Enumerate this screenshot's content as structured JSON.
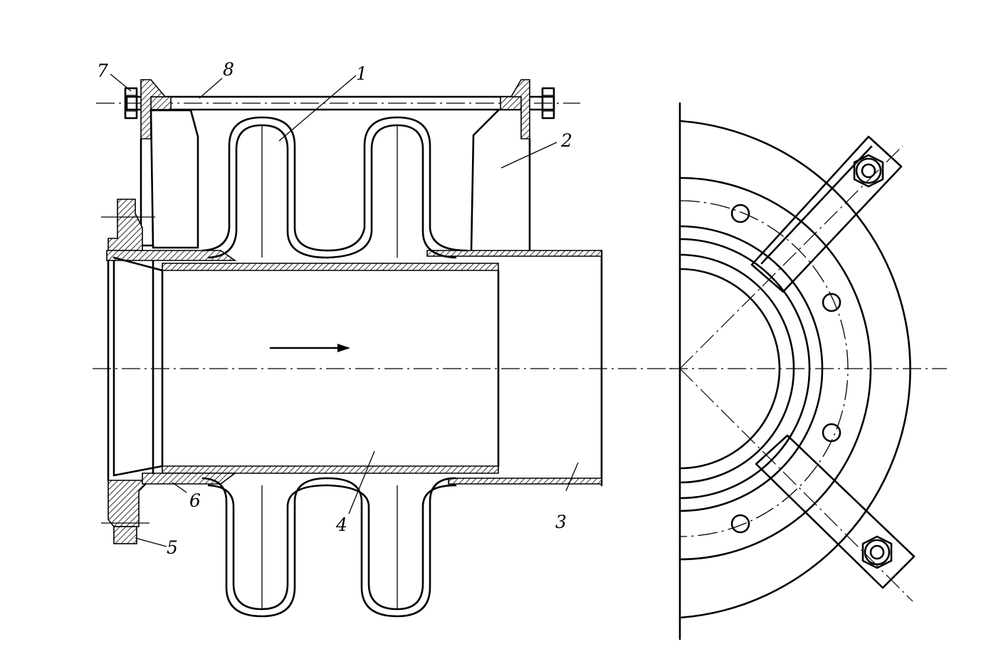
{
  "colors": {
    "line": "#000000",
    "background": "#ffffff"
  },
  "labels": [
    {
      "id": "p1",
      "text": "1"
    },
    {
      "id": "p2",
      "text": "2"
    },
    {
      "id": "p3",
      "text": "3"
    },
    {
      "id": "p4",
      "text": "4"
    },
    {
      "id": "p5",
      "text": "5"
    },
    {
      "id": "p6",
      "text": "6"
    },
    {
      "id": "p7",
      "text": "7"
    },
    {
      "id": "p8",
      "text": "8"
    }
  ]
}
